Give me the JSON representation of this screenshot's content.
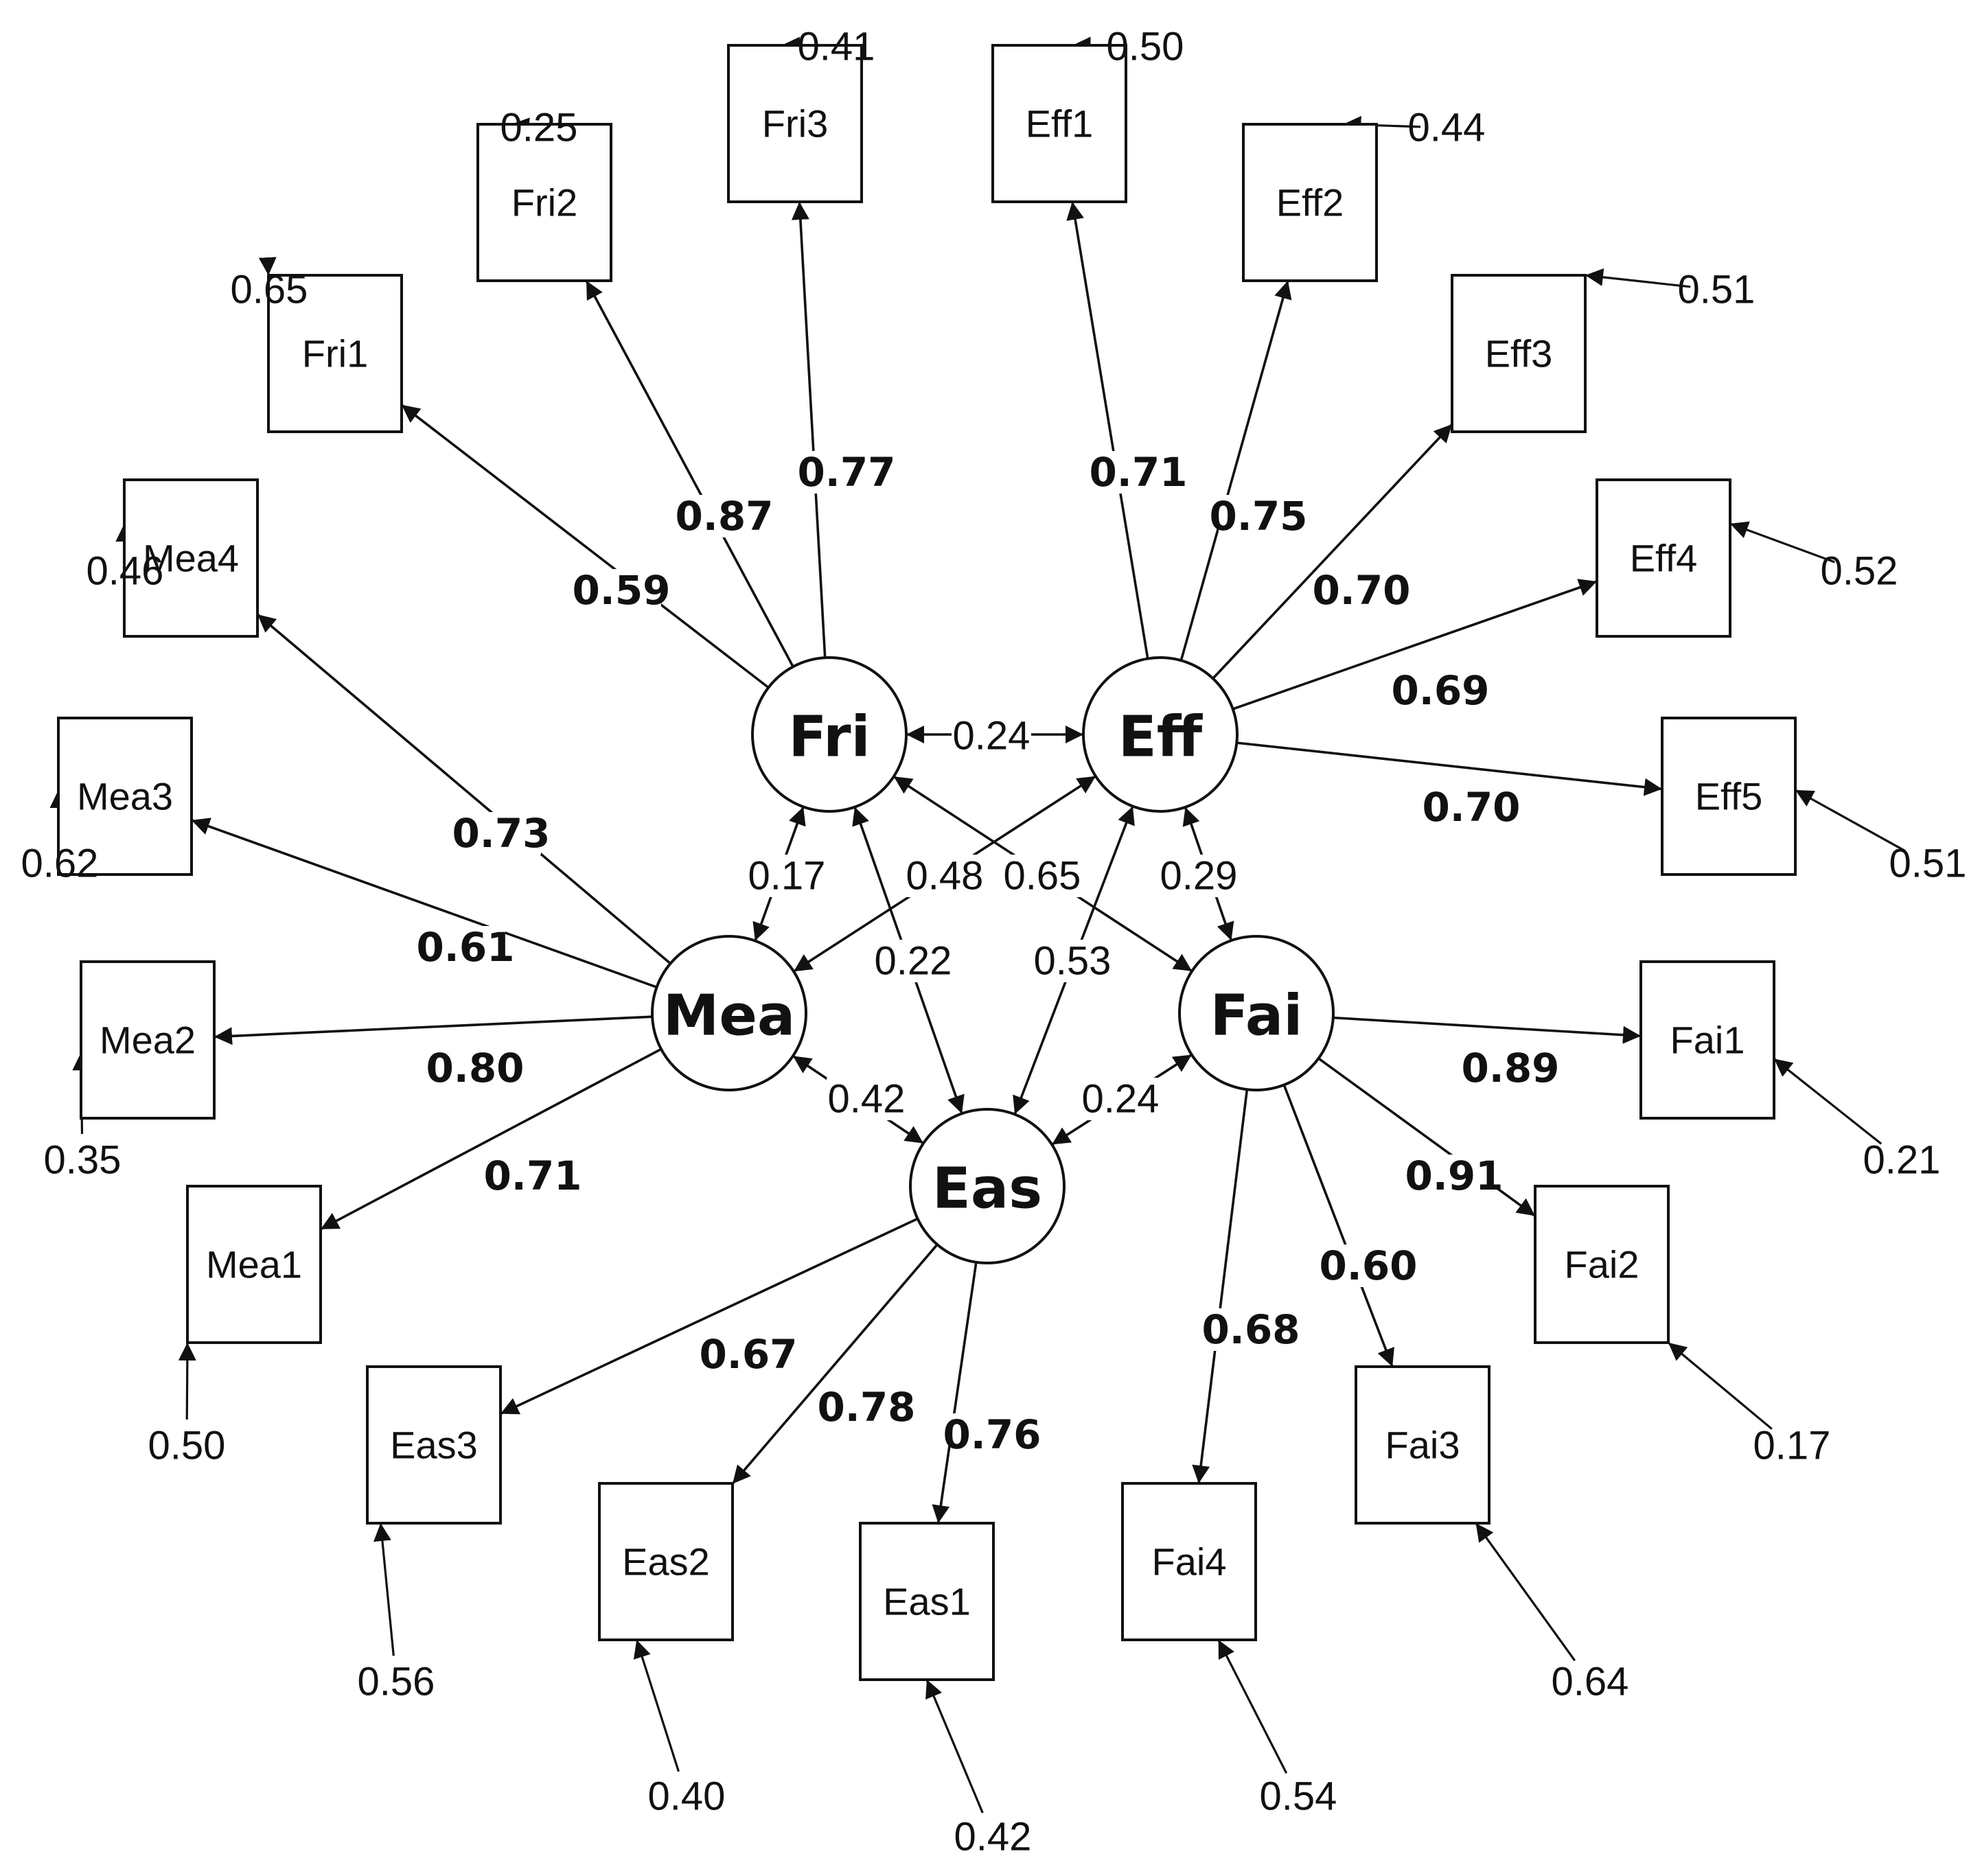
{
  "latents": {
    "Fri": "Fri",
    "Eff": "Eff",
    "Mea": "Mea",
    "Fai": "Fai",
    "Eas": "Eas"
  },
  "indicators": {
    "Fri1": "Fri1",
    "Fri2": "Fri2",
    "Fri3": "Fri3",
    "Eff1": "Eff1",
    "Eff2": "Eff2",
    "Eff3": "Eff3",
    "Eff4": "Eff4",
    "Eff5": "Eff5",
    "Mea1": "Mea1",
    "Mea2": "Mea2",
    "Mea3": "Mea3",
    "Mea4": "Mea4",
    "Fai1": "Fai1",
    "Fai2": "Fai2",
    "Fai3": "Fai3",
    "Fai4": "Fai4",
    "Eas1": "Eas1",
    "Eas2": "Eas2",
    "Eas3": "Eas3"
  },
  "loadings": {
    "Fri1": "0.59",
    "Fri2": "0.87",
    "Fri3": "0.77",
    "Eff1": "0.71",
    "Eff2": "0.75",
    "Eff3": "0.70",
    "Eff4": "0.69",
    "Eff5": "0.70",
    "Mea1": "0.71",
    "Mea2": "0.80",
    "Mea3": "0.61",
    "Mea4": "0.73",
    "Fai1": "0.89",
    "Fai2": "0.91",
    "Fai3": "0.60",
    "Fai4": "0.68",
    "Eas1": "0.76",
    "Eas2": "0.78",
    "Eas3": "0.67"
  },
  "errors": {
    "Fri1": "0.65",
    "Fri2": "0.25",
    "Fri3": "0.41",
    "Eff1": "0.50",
    "Eff2": "0.44",
    "Eff3": "0.51",
    "Eff4": "0.52",
    "Eff5": "0.51",
    "Mea1": "0.50",
    "Mea2": "0.35",
    "Mea3": "0.62",
    "Mea4": "0.46",
    "Fai1": "0.21",
    "Fai2": "0.17",
    "Fai3": "0.64",
    "Fai4": "0.54",
    "Eas1": "0.42",
    "Eas2": "0.40",
    "Eas3": "0.56"
  },
  "covariances": {
    "Fri_Eff": "0.24",
    "Fri_Mea": "0.17",
    "Eff_Mea": "0.48",
    "Fri_Fai": "0.65",
    "Eff_Fai": "0.29",
    "Fri_Eas": "0.22",
    "Eff_Eas": "0.53",
    "Mea_Eas": "0.42",
    "Fai_Eas": "0.24"
  }
}
